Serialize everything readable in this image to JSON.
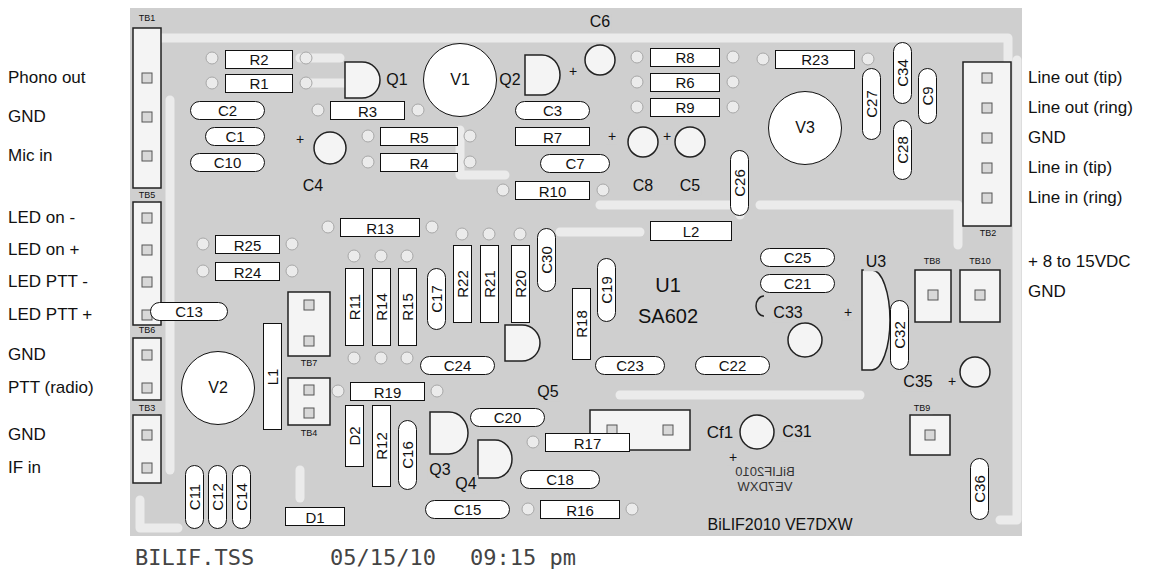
{
  "diagram": {
    "nodes": [
      {
        "text": [
          "R2"
        ]
      },
      {
        "text": [
          "R1"
        ]
      },
      {
        "text": [
          "V1"
        ]
      },
      {
        "text": [
          "R8"
        ]
      },
      {
        "text": [
          "R23"
        ]
      },
      {
        "text": [
          "C34"
        ]
      },
      {
        "text": [
          "R6"
        ]
      },
      {
        "text": [
          "C27"
        ]
      },
      {
        "text": [
          "C9"
        ]
      },
      {
        "text": [
          "R9"
        ]
      },
      {
        "text": [
          "C2"
        ]
      },
      {
        "text": [
          "R3"
        ]
      },
      {
        "text": [
          "C3"
        ]
      },
      {
        "text": [
          "V3"
        ]
      },
      {
        "text": [
          "C1"
        ]
      },
      {
        "text": [
          "R5"
        ]
      },
      {
        "text": [
          "R7"
        ]
      },
      {
        "text": [
          "C28"
        ]
      },
      {
        "text": [
          "C10"
        ]
      },
      {
        "text": [
          "R4"
        ]
      },
      {
        "text": [
          "C7"
        ]
      },
      {
        "text": [
          "C26"
        ]
      },
      {
        "text": [
          "R10"
        ]
      },
      {
        "text": [
          "R13"
        ]
      },
      {
        "text": [
          "L2"
        ]
      },
      {
        "text": [
          "R25"
        ]
      },
      {
        "text": [
          "C30"
        ]
      },
      {
        "text": [
          "C25"
        ]
      },
      {
        "text": [
          "R24"
        ]
      },
      {
        "text": [
          "C19"
        ]
      },
      {
        "text": [
          "C21"
        ]
      },
      {
        "text": [
          "R11"
        ]
      },
      {
        "text": [
          "R14"
        ]
      },
      {
        "text": [
          "R15"
        ]
      },
      {
        "text": [
          "C17"
        ]
      },
      {
        "text": [
          "R22"
        ]
      },
      {
        "text": [
          "R21"
        ]
      },
      {
        "text": [
          "R20"
        ]
      },
      {
        "text": [
          "R18"
        ]
      },
      {
        "text": [
          "C13"
        ]
      },
      {
        "text": [
          "C32"
        ]
      },
      {
        "text": [
          "V2"
        ]
      },
      {
        "text": [
          "L1"
        ]
      },
      {
        "text": [
          "C24"
        ]
      },
      {
        "text": [
          "C23"
        ]
      },
      {
        "text": [
          "C22"
        ]
      },
      {
        "text": [
          "R19"
        ]
      },
      {
        "text": [
          "D2"
        ]
      },
      {
        "text": [
          "R12"
        ]
      },
      {
        "text": [
          "C16"
        ]
      },
      {
        "text": [
          "C20"
        ]
      },
      {
        "text": [
          "R17"
        ]
      },
      {
        "text": [
          "C11"
        ]
      },
      {
        "text": [
          "C12"
        ]
      },
      {
        "text": [
          "C14"
        ]
      },
      {
        "text": [
          "C18"
        ]
      },
      {
        "text": [
          "C36"
        ]
      },
      {
        "text": [
          "C15"
        ]
      },
      {
        "text": [
          "R16"
        ]
      },
      {
        "text": [
          "D1"
        ]
      }
    ],
    "labels": [
      "Phono out",
      "GND",
      "Mic in",
      "LED on -",
      "LED on +",
      "LED PTT -",
      "LED PTT +",
      "GND",
      "PTT (radio)",
      "GND",
      "IF in",
      "Line out (tip)",
      "Line out (ring)",
      "GND",
      "Line in (tip)",
      "Line in (ring)",
      "+ 8 to 15VDC",
      "GND",
      "TB1",
      "Q1",
      "Q2",
      "C6",
      "+",
      "+",
      "C4",
      "+",
      "+",
      "C8",
      "C5",
      "TB2",
      "TB5",
      "U1",
      "SA602",
      "TB8",
      "TB10",
      "U3",
      "C33",
      "+",
      "TB6",
      "TB7",
      "Q5",
      "C35",
      "+",
      "TB3",
      "TB9",
      "Q3",
      "Q4",
      "Cf1",
      "+",
      "C31",
      "TB4",
      "BiLIF2010",
      "VE7DXW",
      "BiLIF2010 VE7DXW",
      "BILIF.TSS",
      "05/15/10",
      "09:15 pm"
    ]
  }
}
